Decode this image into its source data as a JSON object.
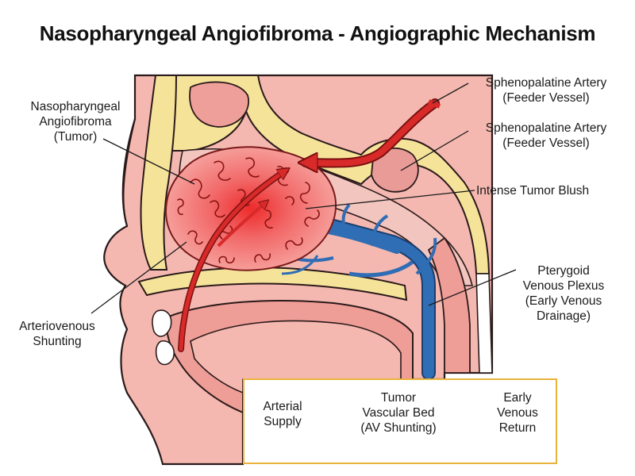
{
  "title": "Nasopharyngeal Angiofibroma - Angiographic Mechanism",
  "labels": {
    "tumor": [
      "Nasopharyngeal",
      "Angiofibroma",
      "(Tumor)"
    ],
    "feeder_1": [
      "Sphenopalatine Artery",
      "(Feeder Vessel)"
    ],
    "feeder_2": [
      "Sphenopalatine Artery",
      "(Feeder Vessel)"
    ],
    "blush": [
      "Intense Tumor Blush"
    ],
    "venous": [
      "Pterygoid",
      "Venous Plexus",
      "(Early Venous",
      "Drainage)"
    ],
    "shunting": [
      "Arteriovenous",
      "Shunting"
    ]
  },
  "flow": {
    "steps": [
      [
        "Arterial",
        "Supply"
      ],
      [
        "Tumor",
        "Vascular Bed",
        "(AV Shunting)"
      ],
      [
        "Early",
        "Venous",
        "Return"
      ]
    ]
  },
  "colors": {
    "artery": "#d92a2a",
    "vein": "#2f6db4",
    "tissue": "#f4b8b0",
    "bone": "#f6e39a",
    "box_border": "#e9b33b"
  }
}
